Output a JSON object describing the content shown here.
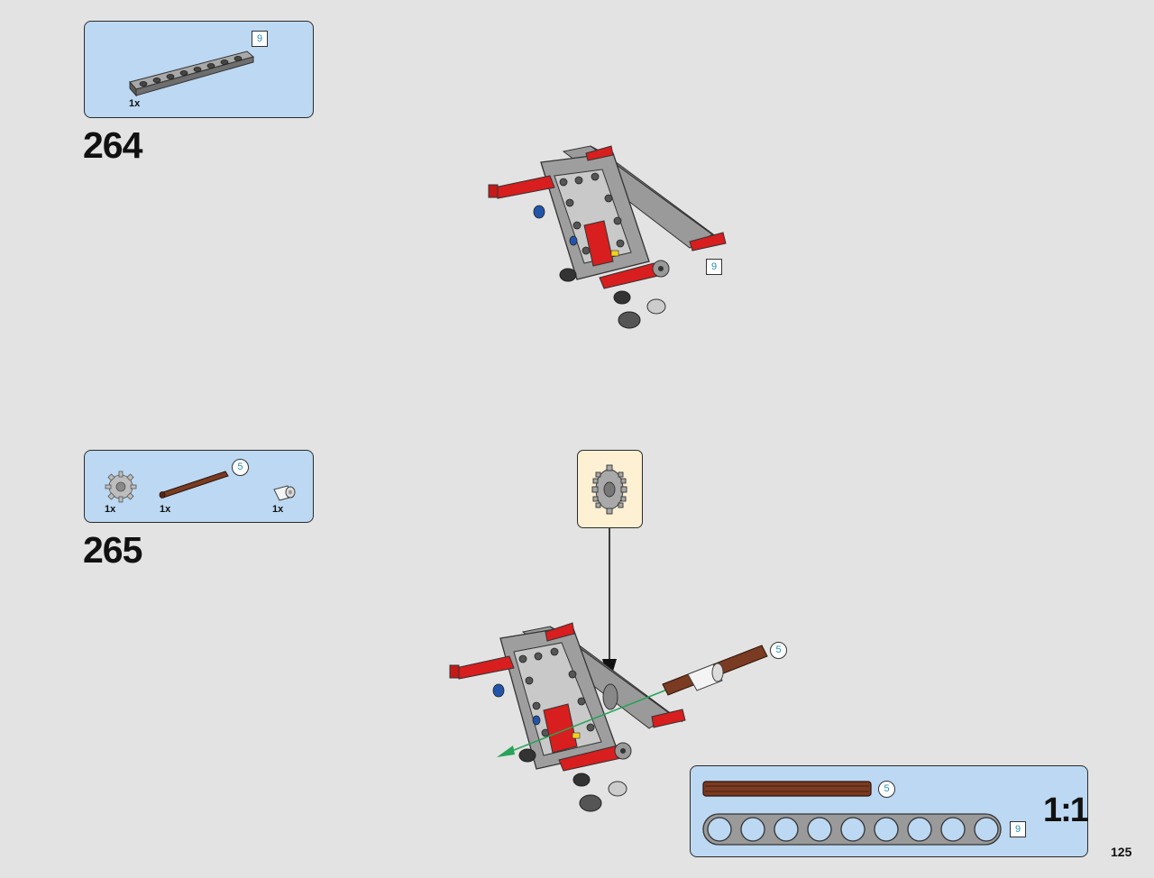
{
  "page": {
    "number": "125"
  },
  "steps": [
    {
      "number": "264",
      "parts": [
        {
          "name": "liftarm-beam",
          "qty": "1x"
        }
      ],
      "part_length_badge": "9",
      "model_length_badge": "9"
    },
    {
      "number": "265",
      "parts": [
        {
          "name": "gear-small",
          "qty": "1x"
        },
        {
          "name": "axle-brown",
          "qty": "1x"
        },
        {
          "name": "bush-white",
          "qty": "1x"
        }
      ],
      "part_length_badge": "5",
      "model_length_badge": "5"
    }
  ],
  "scale_ruler": {
    "label": "1:1",
    "axle_length": "5",
    "beam_length": "9"
  },
  "colors": {
    "background": "#e3e3e3",
    "parts_box": "#bcd8f2",
    "callout_box": "#fdf0d3",
    "badge_text": "#2a8fb8",
    "red": "#d81e1e",
    "gray": "#8e8e8e",
    "brown": "#6b3320"
  }
}
